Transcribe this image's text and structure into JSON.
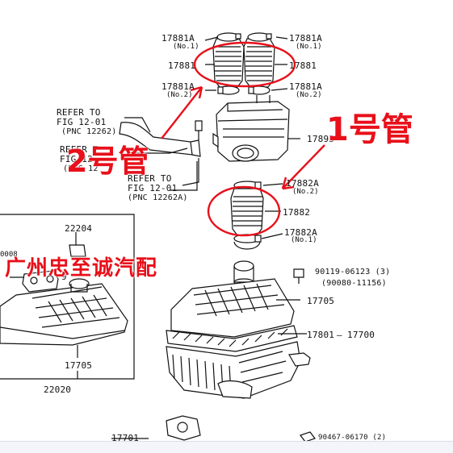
{
  "parts": {
    "p1": "17881A",
    "p1_sub": "(No.1)",
    "p2": "17881A",
    "p2_sub": "(No.1)",
    "p3": "17881",
    "p4": "17881",
    "p5": "17881A",
    "p5_sub": "(No.2)",
    "p6": "17881A",
    "p6_sub": "(No.2)",
    "p7": "17893",
    "p8": "17882A",
    "p8_sub": "(No.2)",
    "p9": "17882",
    "p10": "17882A",
    "p10_sub": "(No.1)",
    "p11": "22204",
    "p12": "17705",
    "p13": "22020",
    "p14": "90119-06123 (3)",
    "p15": "(90080-11156)",
    "p16": "17705",
    "p17": "17801",
    "p18": "17700",
    "p19": "90467-06170 (2)",
    "p20": "17701",
    "p21": "0008",
    "p22": "9"
  },
  "refs": {
    "r1_line1": "REFER TO",
    "r1_line2": "FIG 12-01",
    "r1_line3": "(PNC 12262)",
    "r2_line1": "REFER TO",
    "r2_line2": "FIG 12-01",
    "r2_line3": "(PNC 12262A)",
    "r3_line1": "REFER T",
    "r3_line2": "FIG 12-",
    "r3_line3": "(PNC 12"
  },
  "annotations": {
    "label_1": "1号管",
    "label_2": "2号管",
    "watermark": "广州忠至诚汽配"
  },
  "colors": {
    "annotation_red": "#e8101a",
    "line_black": "#111111"
  }
}
